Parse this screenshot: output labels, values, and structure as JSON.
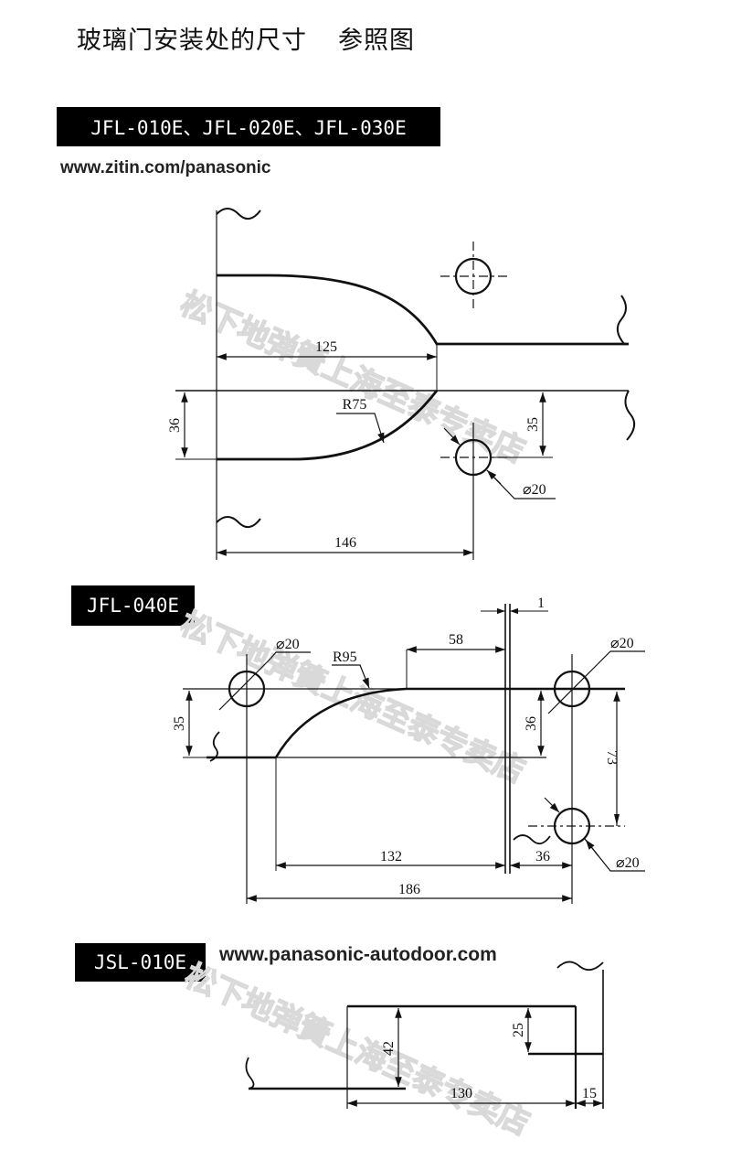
{
  "header": {
    "title": "玻璃门安装处的尺寸",
    "subtitle": "参照图"
  },
  "sections": [
    {
      "label": "JFL-010E、JFL-020E、JFL-030E",
      "url": "www.zitin.com/panasonic"
    },
    {
      "label": "JFL-040E"
    },
    {
      "label": "JSL-010E",
      "url": "www.panasonic-autodoor.com"
    }
  ],
  "watermark": "松下地弹簧上海至泰专卖店",
  "dimensions": {
    "s1": {
      "d125": "125",
      "r75": "R75",
      "d36": "36",
      "d35": "35",
      "phi20": "⌀20",
      "d146": "146"
    },
    "s2": {
      "d1": "1",
      "phi20_left": "⌀20",
      "r95": "R95",
      "d58": "58",
      "phi20_right": "⌀20",
      "d35": "35",
      "d36_right": "36",
      "d73": "73",
      "d132": "132",
      "d36_bottom": "36",
      "phi20_bottom": "⌀20",
      "d186": "186"
    },
    "s3": {
      "d42": "42",
      "d25": "25",
      "d130": "130",
      "d15": "15"
    }
  }
}
